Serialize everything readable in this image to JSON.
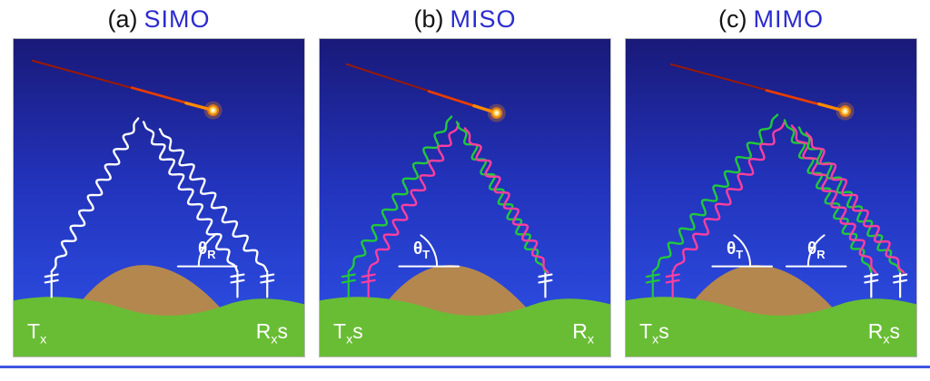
{
  "figure": {
    "panels": [
      {
        "key": "a",
        "title_prefix": "(a)",
        "title_name": "SIMO",
        "left_label": {
          "pre": "T",
          "sub": "x",
          "post": ""
        },
        "right_label": {
          "pre": "R",
          "sub": "x",
          "post": "s"
        },
        "angle_right": {
          "sym": "θ",
          "sub": "R"
        }
      },
      {
        "key": "b",
        "title_prefix": "(b)",
        "title_name": "MISO",
        "left_label": {
          "pre": "T",
          "sub": "x",
          "post": "s"
        },
        "right_label": {
          "pre": "R",
          "sub": "x",
          "post": ""
        },
        "angle_left": {
          "sym": "θ",
          "sub": "T"
        }
      },
      {
        "key": "c",
        "title_prefix": "(c)",
        "title_name": "MIMO",
        "left_label": {
          "pre": "T",
          "sub": "x",
          "post": "s"
        },
        "right_label": {
          "pre": "R",
          "sub": "x",
          "post": "s"
        },
        "angle_left": {
          "sym": "θ",
          "sub": "T"
        },
        "angle_right": {
          "sym": "θ",
          "sub": "R"
        }
      }
    ]
  },
  "colors": {
    "title_accent": "#2b2bd0",
    "sky_top": "#191978",
    "sky_mid": "#2233bb",
    "sky_bottom": "#2e52ea",
    "ground_green": "#69bd34",
    "hill_brown": "#b4874e",
    "wave_white": "#ffffff",
    "wave_green": "#22c93a",
    "wave_pink": "#ff3f9e",
    "meteor_dark": "#9c1a00",
    "meteor_flame": "#e63d00",
    "meteor_mid": "#ff8a00",
    "meteor_core2": "#ffc842",
    "meteor_core": "#fff7d0",
    "bottom_rule": "#3c55e0"
  }
}
